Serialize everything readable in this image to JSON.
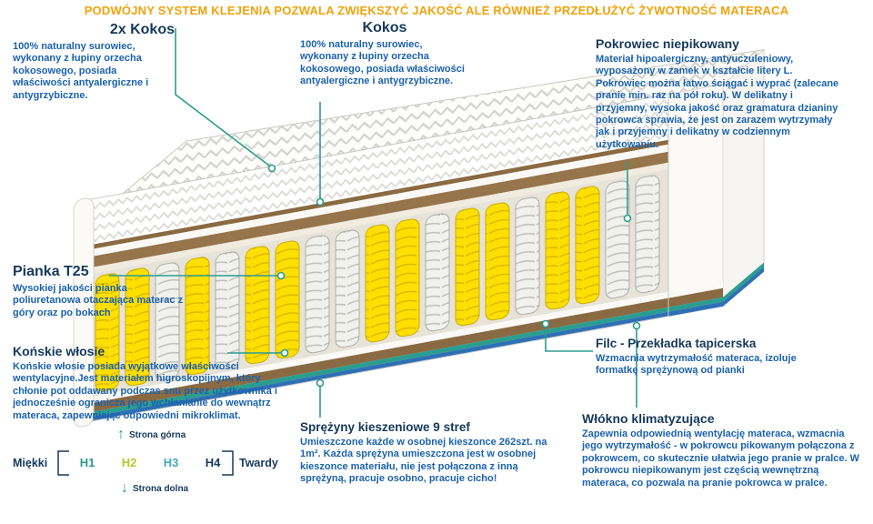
{
  "header": {
    "text": "PODWÓJNY SYSTEM KLEJENIA POZWALA ZWIĘKSZYĆ JAKOŚĆ ALE RÓWNIEŻ PRZEDŁUŻYĆ ŻYWOTNOŚĆ MATERACA"
  },
  "annotations": {
    "kokos_2x": {
      "title": "2x Kokos",
      "body": "100% naturalny surowiec, wykonany z łupiny orzecha kokosowego, posiada właściwości antyalergiczne i antygrzybiczne."
    },
    "kokos": {
      "title": "Kokos",
      "body": "100% naturalny surowiec, wykonany z łupiny orzecha kokosowego, posiada właściwości antyalergiczne i antygrzybiczne."
    },
    "pokrowiec": {
      "title": "Pokrowiec niepikowany",
      "body": "Materiał hipoalergiczny, antyuczuleniowy, wyposażony w zamek w kształcie litery L. Pokrowiec można łatwo ściągać i wyprać (zalecane pranie min. raz na pół roku). W delikatny i przyjemny, wysoka jakość oraz gramatura dzianiny pokrowca sprawia, że jest on zarazem wytrzymały jak i przyjemny i delikatny w codziennym użytkowaniu."
    },
    "pianka": {
      "title": "Pianka T25",
      "body": "Wysokiej jakości pianka poliuretanowa otaczająca materac z góry oraz po bokach"
    },
    "wlosie": {
      "title": "Końskie włosie",
      "body": "Końskie włosie posiada wyjątkowe właściwości wentylacyjne.Jest materiałem higroskopijnym, który chłonie pot oddawany podczas snu przez użytkownika i jednocześnie ogranicza jego wchłanianie do wewnątrz materaca, zapewniając odpowiedni mikroklimat."
    },
    "filc": {
      "title": "Filc - Przekładka tapicerska",
      "body": "Wzmacnia wytrzymałość materaca, izoluje formatkę sprężynową od pianki"
    },
    "wlokno": {
      "title": "Włókno klimatyzujące",
      "body": "Zapewnia odpowiednią wentylację materaca, wzmacnia jego wytrzymałość - w pokrowcu pikowanym połączona z pokrowcem, co skutecznie ułatwia jego pranie w pralce. W pokrowcu niepikowanym jest częścią wewnętrzną materaca, co pozwala na pranie pokrowca w pralce."
    },
    "sprezyny": {
      "title": "Sprężyny kieszeniowe 9 stref",
      "body": "Umieszczone każde w osobnej kieszonce 262szt. na 1m². Każda sprężyna umieszczona jest w osobnej kieszonce materiału, nie jest połączona z inną sprężyną, pracuje osobno, pracuje cicho!"
    }
  },
  "scale": {
    "soft_label": "Miękki",
    "hard_label": "Twardy",
    "levels": [
      {
        "label": "H1",
        "color": "#2a9d8f"
      },
      {
        "label": "H2",
        "color": "#b7c32d"
      },
      {
        "label": "H3",
        "color": "#41a8c0"
      },
      {
        "label": "H4",
        "color": "#16395c"
      }
    ],
    "top_side_label": "Strona górna",
    "bottom_side_label": "Strona dolna"
  },
  "icons": {
    "up_arrow": "↑",
    "down_arrow": "↓"
  },
  "colors": {
    "header_orange": "#f0a30a",
    "title_navy": "#16395c",
    "body_blue": "#1b62ae",
    "accent_teal": "#2a9d8f",
    "spring_yellow": "#ffdf00",
    "spring_white": "#f1f1ed",
    "layer_brown": "#8a6a42",
    "bottom_line_blue": "#2e6fb5"
  }
}
